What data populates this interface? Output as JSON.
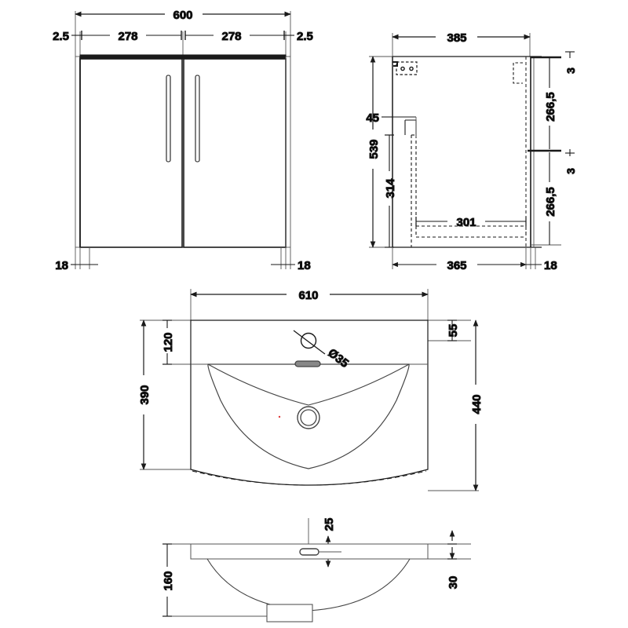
{
  "drawing": {
    "type": "technical-dimension-drawing",
    "subject": "Bathroom vanity unit with two doors and wall-hung basin",
    "units": "mm",
    "line_color": "#1a1a1a",
    "thin_line_color": "#4a4a4a",
    "background": "#ffffff",
    "accent_marker_color": "#e03a3a"
  },
  "views": {
    "front_elevation": {
      "name": "Cabinet front elevation (two doors)",
      "dimensions": {
        "overall_width": "600",
        "left_gap": "2.5",
        "left_door": "278",
        "right_door": "278",
        "right_gap": "2.5",
        "left_side_panel": "18",
        "right_side_panel": "18"
      }
    },
    "side_section": {
      "name": "Cabinet side section",
      "dimensions": {
        "depth_top": "385",
        "height": "539",
        "bracket_offset": "45",
        "inner_height": "314",
        "inner_depth": "301",
        "base_depth": "365",
        "panel_thickness": "18",
        "gap_top": "3",
        "door_upper": "266,5",
        "gap_mid": "3",
        "door_lower": "266,5"
      }
    },
    "basin_plan": {
      "name": "Basin plan view",
      "dimensions": {
        "width": "610",
        "rear_deck": "120",
        "depth_front": "390",
        "tap_hole_offset": "55",
        "overall_depth": "440",
        "tap_hole_diameter": "Ø35"
      }
    },
    "basin_section": {
      "name": "Basin front section",
      "dimensions": {
        "overall_height": "160",
        "overflow_offset": "25",
        "rim_thickness": "30"
      }
    }
  },
  "labels": {
    "d600": "600",
    "d2_5_left": "2.5",
    "d2_5_right": "2.5",
    "d278_left": "278",
    "d278_right": "278",
    "d18_left": "18",
    "d18_right": "18",
    "d385": "385",
    "d539": "539",
    "d45": "45",
    "d314": "314",
    "d301": "301",
    "d365": "365",
    "d18_side": "18",
    "d3_top": "3",
    "d266_5_top": "266,5",
    "d3_mid": "3",
    "d266_5_bot": "266,5",
    "d610": "610",
    "d120": "120",
    "d390": "390",
    "d55": "55",
    "d440": "440",
    "dia35": "Ø35",
    "d25": "25",
    "d160": "160",
    "d30": "30"
  }
}
